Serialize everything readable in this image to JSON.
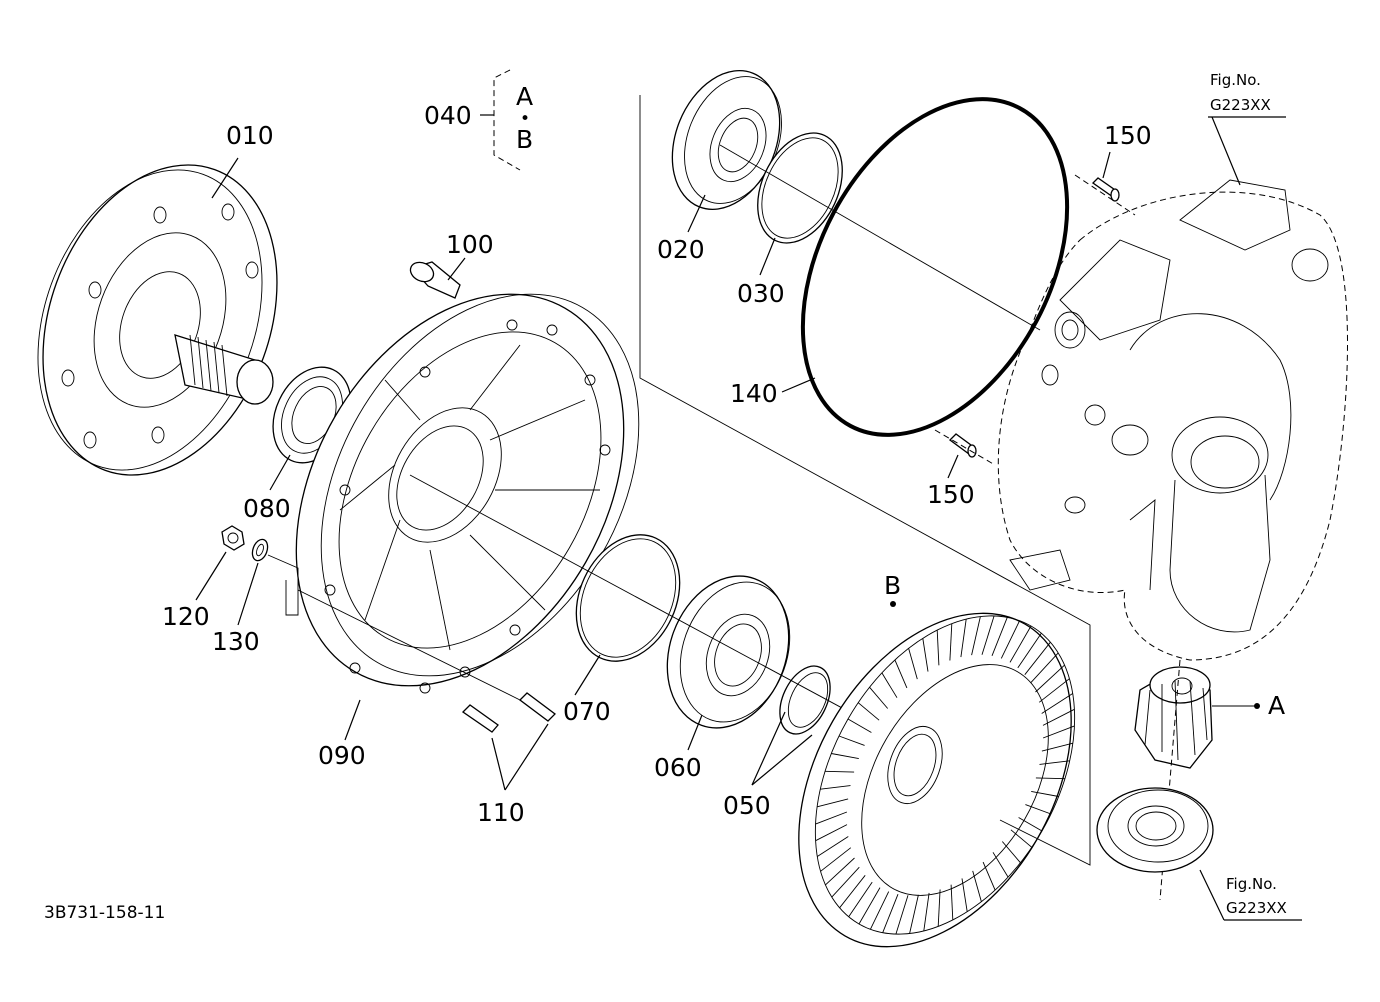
{
  "labels": {
    "p010": "010",
    "p020": "020",
    "p030": "030",
    "p040": "040",
    "p050": "050",
    "p060": "060",
    "p070": "070",
    "p080": "080",
    "p090": "090",
    "p100": "100",
    "p110": "110",
    "p120": "120",
    "p130": "130",
    "p140": "140",
    "p150a": "150",
    "p150b": "150"
  },
  "variant": {
    "a": "A",
    "dot": "•",
    "b": "B"
  },
  "markers": {
    "a": "A",
    "b": "B"
  },
  "fig_refs": [
    {
      "title": "Fig.No.",
      "code": "G223XX"
    },
    {
      "title": "Fig.No.",
      "code": "G223XX"
    }
  ],
  "drawing_code": "3B731-158-11"
}
